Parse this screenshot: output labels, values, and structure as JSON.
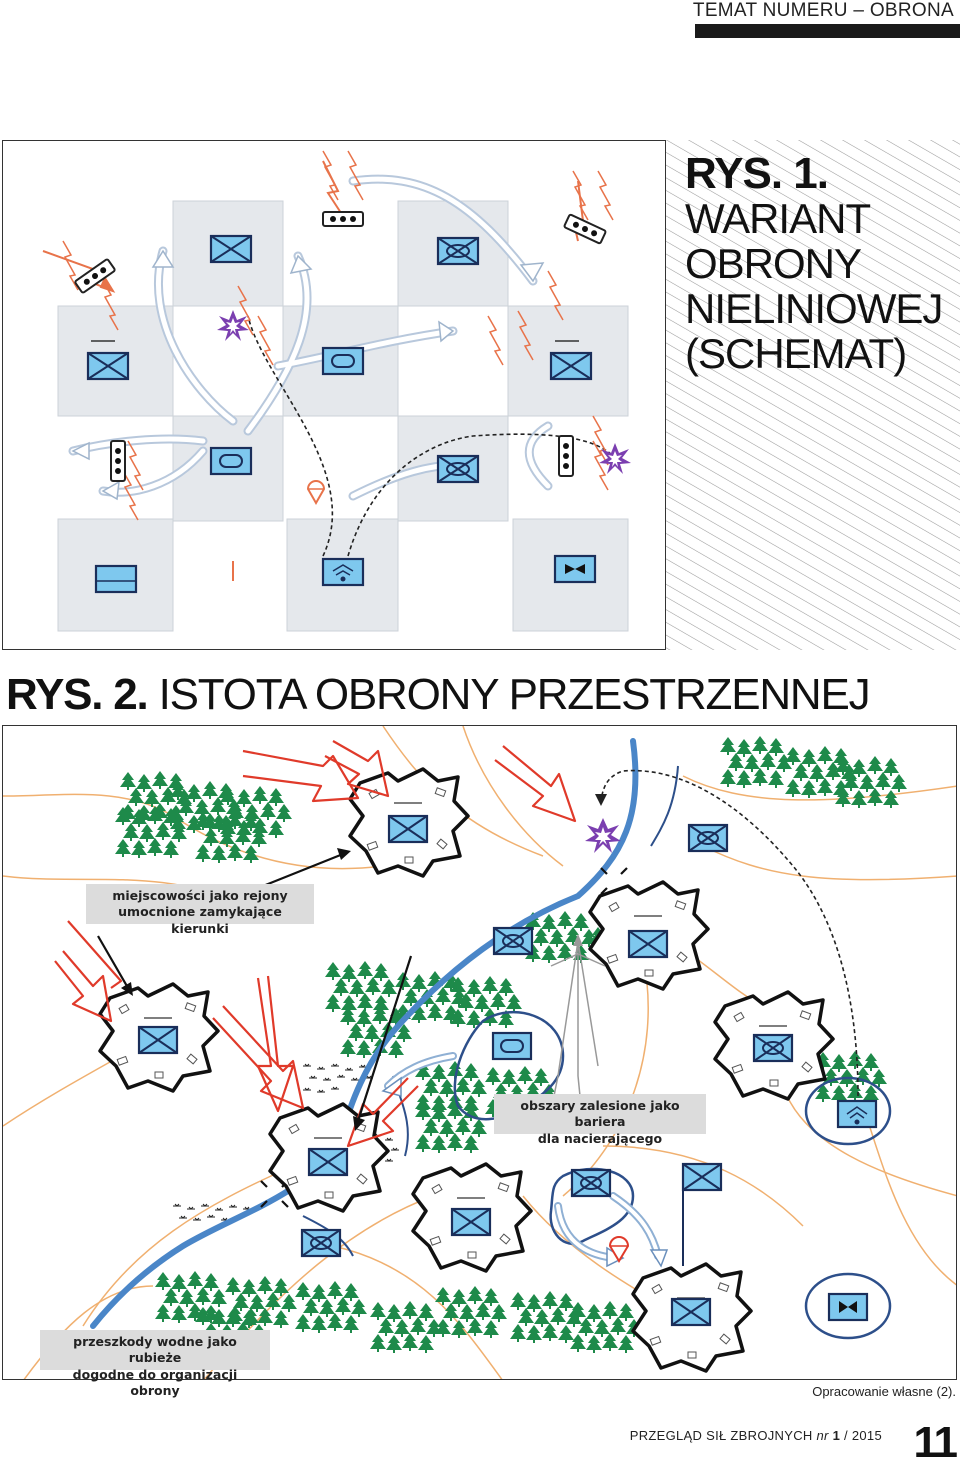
{
  "header": {
    "section": "TEMAT NUMERU – OBRONA"
  },
  "figure1": {
    "label": "RYS. 1.",
    "title_lines": [
      "WARIANT",
      "OBRONY",
      "NIELINIOWEJ",
      "(SCHEMAT)"
    ]
  },
  "figure2": {
    "label": "RYS. 2.",
    "title": "ISTOTA OBRONY PRZESTRZENNEJ",
    "callouts": {
      "towns": [
        "miejscowości jako rejony",
        "umocnione zamykające kierunki"
      ],
      "forests": [
        "obszary zalesione jako bariera",
        "dla nacierającego"
      ],
      "water": [
        "przeszkody wodne jako rubieże",
        "dogodne do organizacji obrony"
      ]
    }
  },
  "source": "Opracowanie własne (2).",
  "footer": {
    "magazine": "PRZEGLĄD SIŁ ZBROJNYCH",
    "nr_label": "nr",
    "issue": "1",
    "year": "/ 2015"
  },
  "page_number": "11",
  "colors": {
    "unit_fill": "#7ec8ee",
    "unit_stroke": "#1a2e5a",
    "river": "#4a86c8",
    "attack": "#e03a2a",
    "roads": "#f0b070",
    "forest": "#1e8a4a",
    "cell": "#e5e8ec"
  }
}
